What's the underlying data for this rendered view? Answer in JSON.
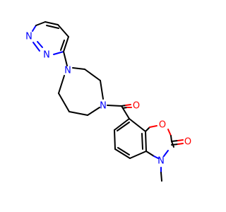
{
  "structure": {
    "atoms": {
      "pyridazine_n1": {
        "symbol": "N",
        "color": "#0000ff"
      },
      "pyridazine_n2": {
        "symbol": "N",
        "color": "#0000ff"
      },
      "diazepane_n_top": {
        "symbol": "N",
        "color": "#0000ff"
      },
      "diazepane_n_bottom": {
        "symbol": "N",
        "color": "#0000ff"
      },
      "carbonyl_o": {
        "symbol": "O",
        "color": "#ff0000"
      },
      "ring_o": {
        "symbol": "O",
        "color": "#ff0000"
      },
      "lactam_o": {
        "symbol": "O",
        "color": "#ff0000"
      },
      "oxazole_n": {
        "symbol": "N",
        "color": "#0000ff"
      }
    }
  }
}
